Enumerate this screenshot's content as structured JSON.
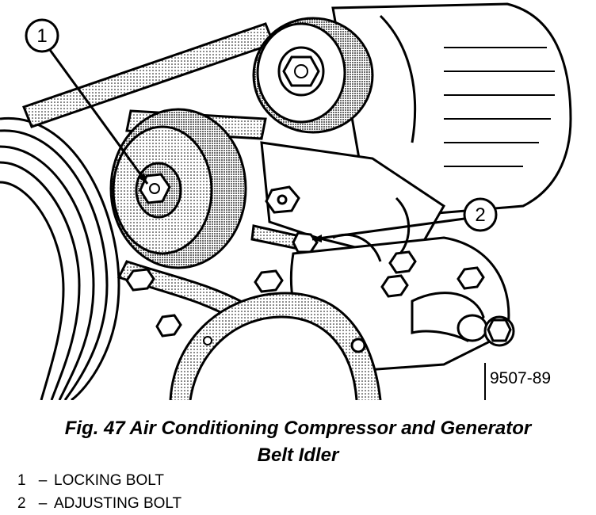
{
  "figure": {
    "callout_1": "1",
    "callout_2": "2",
    "code": "9507-89"
  },
  "caption": {
    "line1": "Fig. 47 Air Conditioning Compressor and Generator",
    "line2": "Belt Idler"
  },
  "legend": {
    "items": [
      {
        "number": "1",
        "dash": "–",
        "label": "LOCKING BOLT"
      },
      {
        "number": "2",
        "dash": "–",
        "label": "ADJUSTING BOLT"
      }
    ]
  }
}
